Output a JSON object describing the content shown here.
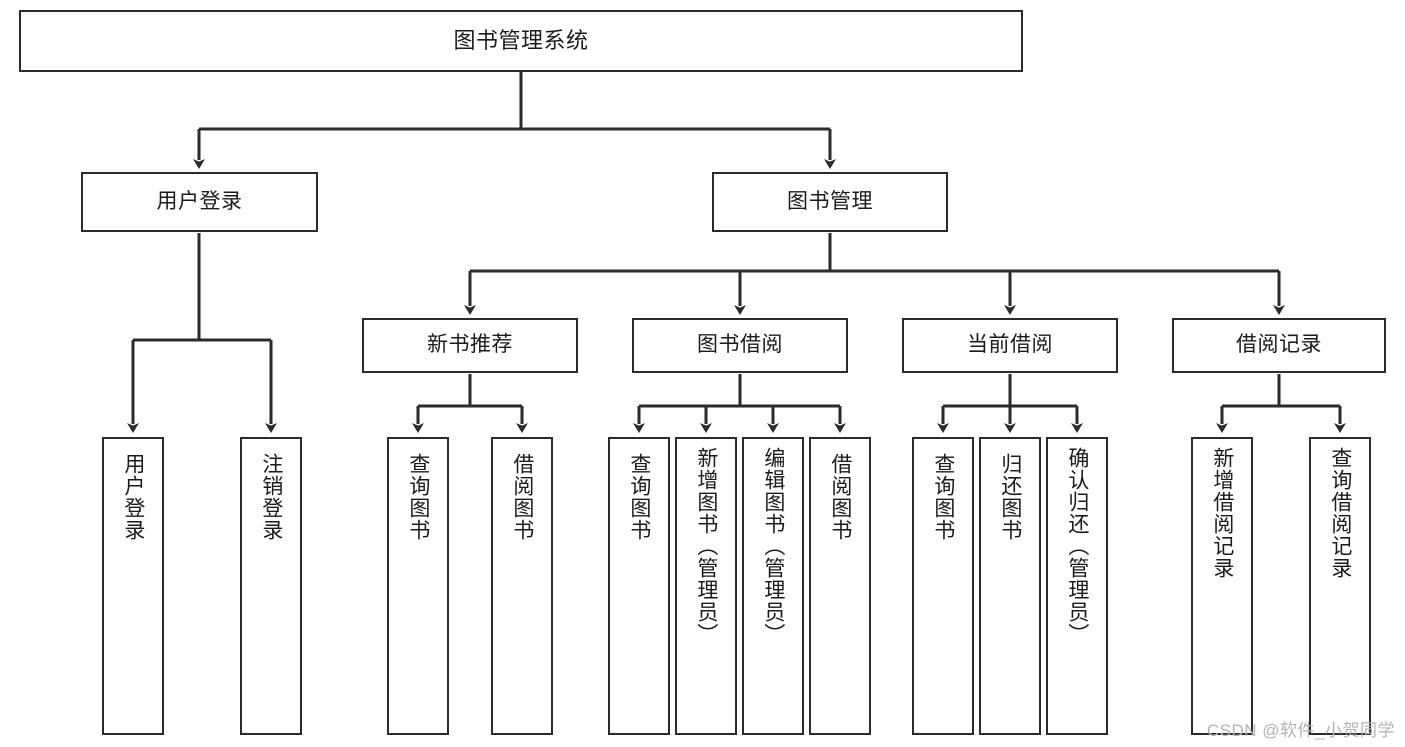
{
  "diagram": {
    "title": "图书管理系统",
    "type": "function-structure-tree",
    "colors": {
      "border": "#2b2b2b",
      "node_fill": "#ffffff",
      "text": "#1b1b1b",
      "edge": "#2b2b2b",
      "watermark": "#b3b3b3",
      "background": "#ffffff"
    },
    "root": {
      "label": "图书管理系统"
    },
    "level1": [
      {
        "id": "user-login",
        "label": "用户登录"
      },
      {
        "id": "book-management",
        "label": "图书管理"
      }
    ],
    "level2": [
      {
        "id": "new-book-recommend",
        "label": "新书推荐",
        "parent": "book-management"
      },
      {
        "id": "book-borrow",
        "label": "图书借阅",
        "parent": "book-management"
      },
      {
        "id": "current-borrow",
        "label": "当前借阅",
        "parent": "book-management"
      },
      {
        "id": "borrow-record",
        "label": "借阅记录",
        "parent": "book-management"
      }
    ],
    "leaves": {
      "user-login": [
        {
          "id": "leaf-user-login",
          "label": "用户登录"
        },
        {
          "id": "leaf-logout",
          "label": "注销登录"
        }
      ],
      "new-book-recommend": [
        {
          "id": "leaf-query-book-1",
          "label": "查询图书"
        },
        {
          "id": "leaf-borrow-book-1",
          "label": "借阅图书"
        }
      ],
      "book-borrow": [
        {
          "id": "leaf-query-book-2",
          "label": "查询图书"
        },
        {
          "id": "leaf-add-book",
          "label": "新增图书（管理员）"
        },
        {
          "id": "leaf-edit-book",
          "label": "编辑图书（管理员）"
        },
        {
          "id": "leaf-borrow-book-2",
          "label": "借阅图书"
        }
      ],
      "current-borrow": [
        {
          "id": "leaf-query-book-3",
          "label": "查询图书"
        },
        {
          "id": "leaf-return-book",
          "label": "归还图书"
        },
        {
          "id": "leaf-confirm-return",
          "label": "确认归还（管理员）"
        }
      ],
      "borrow-record": [
        {
          "id": "leaf-add-record",
          "label": "新增借阅记录"
        },
        {
          "id": "leaf-query-record",
          "label": "查询借阅记录"
        }
      ]
    },
    "watermark": "CSDN @软件_小贺同学"
  }
}
